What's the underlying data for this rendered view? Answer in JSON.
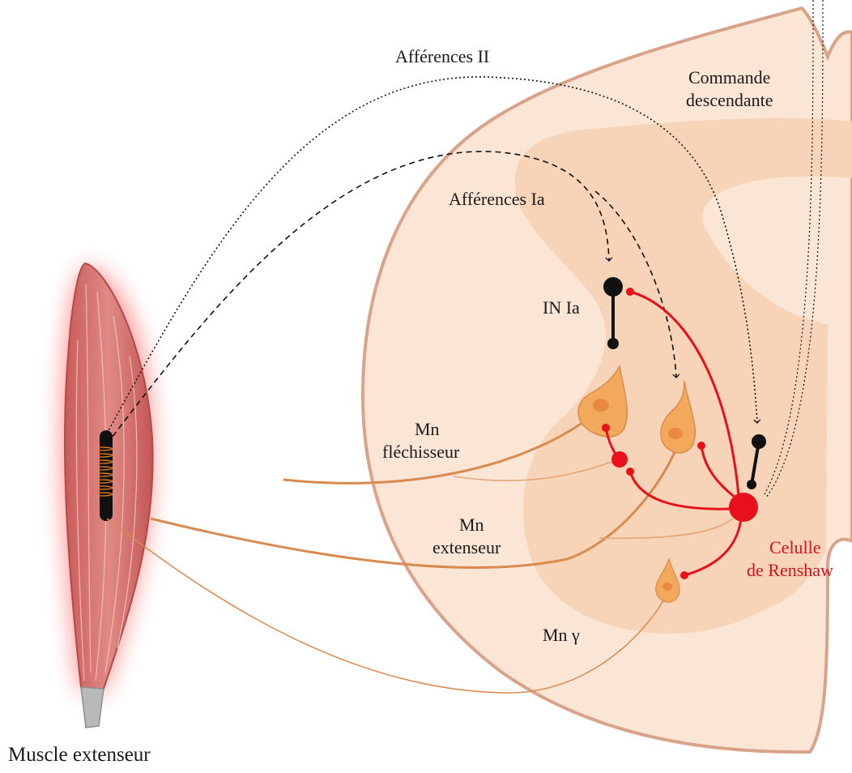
{
  "labels": {
    "afferences_ii": "Afférences II",
    "commande_line1": "Commande",
    "commande_line2": "descendante",
    "afferences_ia": "Afférences Ia",
    "in_ia": "IN Ia",
    "mn_flechisseur_line1": "Mn",
    "mn_flechisseur_line2": "fléchisseur",
    "mn_extenseur_line1": "Mn",
    "mn_extenseur_line2": "extenseur",
    "renshaw_line1": "Celulle",
    "renshaw_line2": "de Renshaw",
    "mn_gamma": "Mn γ",
    "muscle": "Muscle extenseur"
  },
  "colors": {
    "spinal_cord_outline": "#d9a38a",
    "white_matter": "#fbe6d6",
    "gray_matter": "#f7d4b7",
    "motor_neuron": "#f2a95c",
    "motor_axon": "#d98a4e",
    "renshaw": "#e8101a",
    "interneuron": "#111111",
    "muscle": "#d9706e",
    "muscle_glow": "#ff4a4a"
  }
}
